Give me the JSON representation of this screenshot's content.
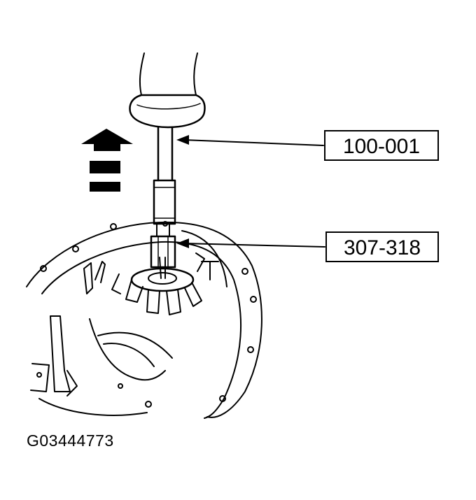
{
  "callouts": {
    "tool_1": "100-001",
    "tool_2": "307-318"
  },
  "figure_id": "G03444773",
  "colors": {
    "ink": "#000000",
    "background": "#ffffff"
  },
  "icons": [
    "removal-direction-arrow-icon"
  ]
}
